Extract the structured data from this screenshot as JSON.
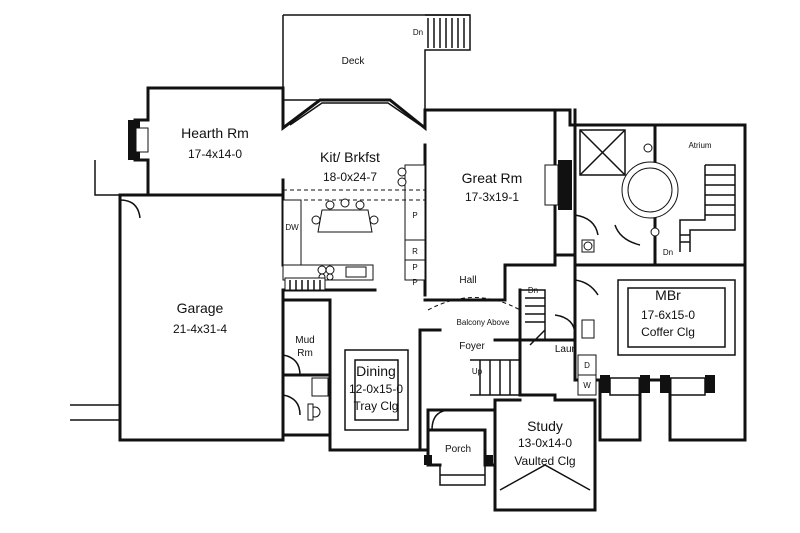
{
  "rooms": {
    "deck": {
      "name": "Deck"
    },
    "hearth": {
      "name": "Hearth Rm",
      "dims": "17-4x14-0"
    },
    "kit": {
      "name": "Kit/ Brkfst",
      "dims": "18-0x24-7"
    },
    "great": {
      "name": "Great Rm",
      "dims": "17-3x19-1"
    },
    "atrium": {
      "name": "Atrium"
    },
    "garage": {
      "name": "Garage",
      "dims": "21-4x31-4"
    },
    "mbr": {
      "name": "MBr",
      "dims": "17-6x15-0",
      "ceiling": "Coffer Clg"
    },
    "mud": {
      "name": "Mud",
      "name2": "Rm"
    },
    "dining": {
      "name": "Dining",
      "dims": "12-0x15-0",
      "ceiling": "Tray Clg"
    },
    "foyer": {
      "name": "Foyer"
    },
    "laun": {
      "name": "Laun"
    },
    "study": {
      "name": "Study",
      "dims": "13-0x14-0",
      "ceiling": "Vaulted Clg"
    },
    "porch": {
      "name": "Porch"
    },
    "hall": {
      "name": "Hall"
    }
  },
  "annotations": {
    "balcony": "Balcony Above",
    "dn_deck": "Dn",
    "dn_stair": "Dn",
    "dn_atrium": "Dn",
    "up": "Up",
    "pantry_p1": "P",
    "pantry_p2": "P",
    "pantry_p3": "P",
    "fridge_r": "R",
    "dw": "DW",
    "dryer_d": "D",
    "washer_w": "W"
  }
}
